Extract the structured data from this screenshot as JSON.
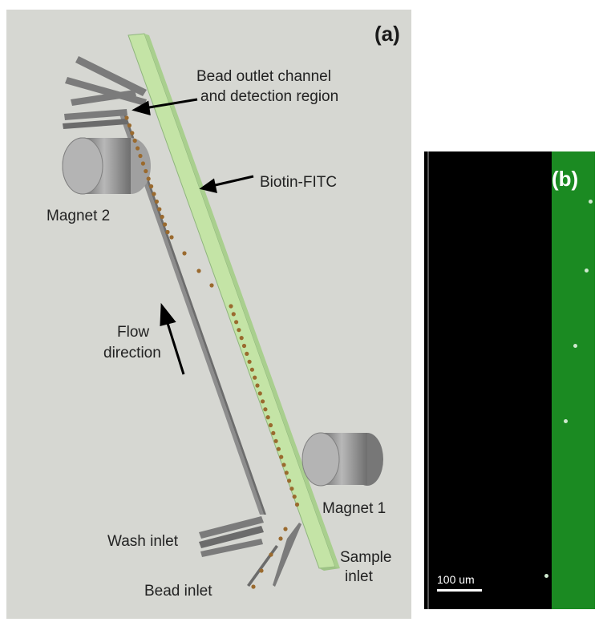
{
  "panel_a": {
    "letter": "(a)",
    "labels": {
      "bead_outlet_1": "Bead outlet channel",
      "bead_outlet_2": "and detection region",
      "biotin": "Biotin-FITC",
      "magnet2": "Magnet 2",
      "flow_1": "Flow",
      "flow_2": "direction",
      "magnet1": "Magnet 1",
      "wash": "Wash inlet",
      "bead_inlet": "Bead inlet",
      "sample_1": "Sample",
      "sample_2": "inlet"
    }
  },
  "panel_b": {
    "letter": "(b)",
    "scale_label": "100 um"
  },
  "colors": {
    "background": "#d6d7d2",
    "channel_green": "#c4e4a6",
    "bead": "#9a6a2e",
    "magnet": "#8c8c8c",
    "fluorescence": "#1b8a22"
  }
}
